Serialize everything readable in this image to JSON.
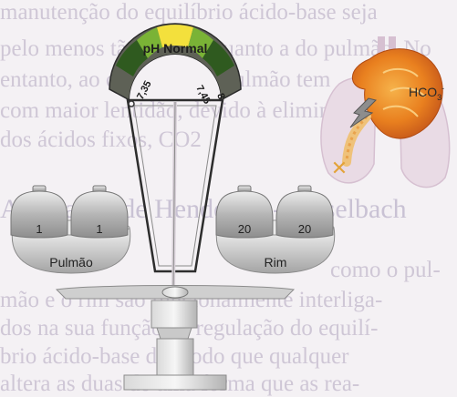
{
  "background_text": {
    "lines": [
      "manutenção do equilíbrio ácido-base seja",
      "pelo menos tão grande quanto a do pulmão. No",
      "entanto, ao contrário do pulmão tem",
      "com maior lentidão, devido à eliminação",
      "dos ácidos fixos, CO2",
      "mão e o rim são funcionalmente interliga-",
      "dos na sua função de regulação do equilí-",
      "brio ácido-base de modo que qualquer",
      "altera as duas de uma forma que as rea-"
    ],
    "heading": "A equação de Henderson-Hasselbach",
    "partial_line": "como o pul-"
  },
  "gauge": {
    "title": "pH Normal",
    "low_value": "7,35",
    "high_value": "7,45",
    "max_value": "8",
    "colors": {
      "dark_green": "#2f5a1f",
      "green": "#7ab336",
      "yellow": "#f3e03c",
      "grey": "#5e6156"
    }
  },
  "left_pan": {
    "label": "Pulmão",
    "weights": [
      "1",
      "1"
    ]
  },
  "right_pan": {
    "label": "Rim",
    "weights": [
      "20",
      "20"
    ]
  },
  "kidney": {
    "label": "HCO",
    "subscript": "3",
    "superscript": "-",
    "blocked_symbol": "✕"
  }
}
